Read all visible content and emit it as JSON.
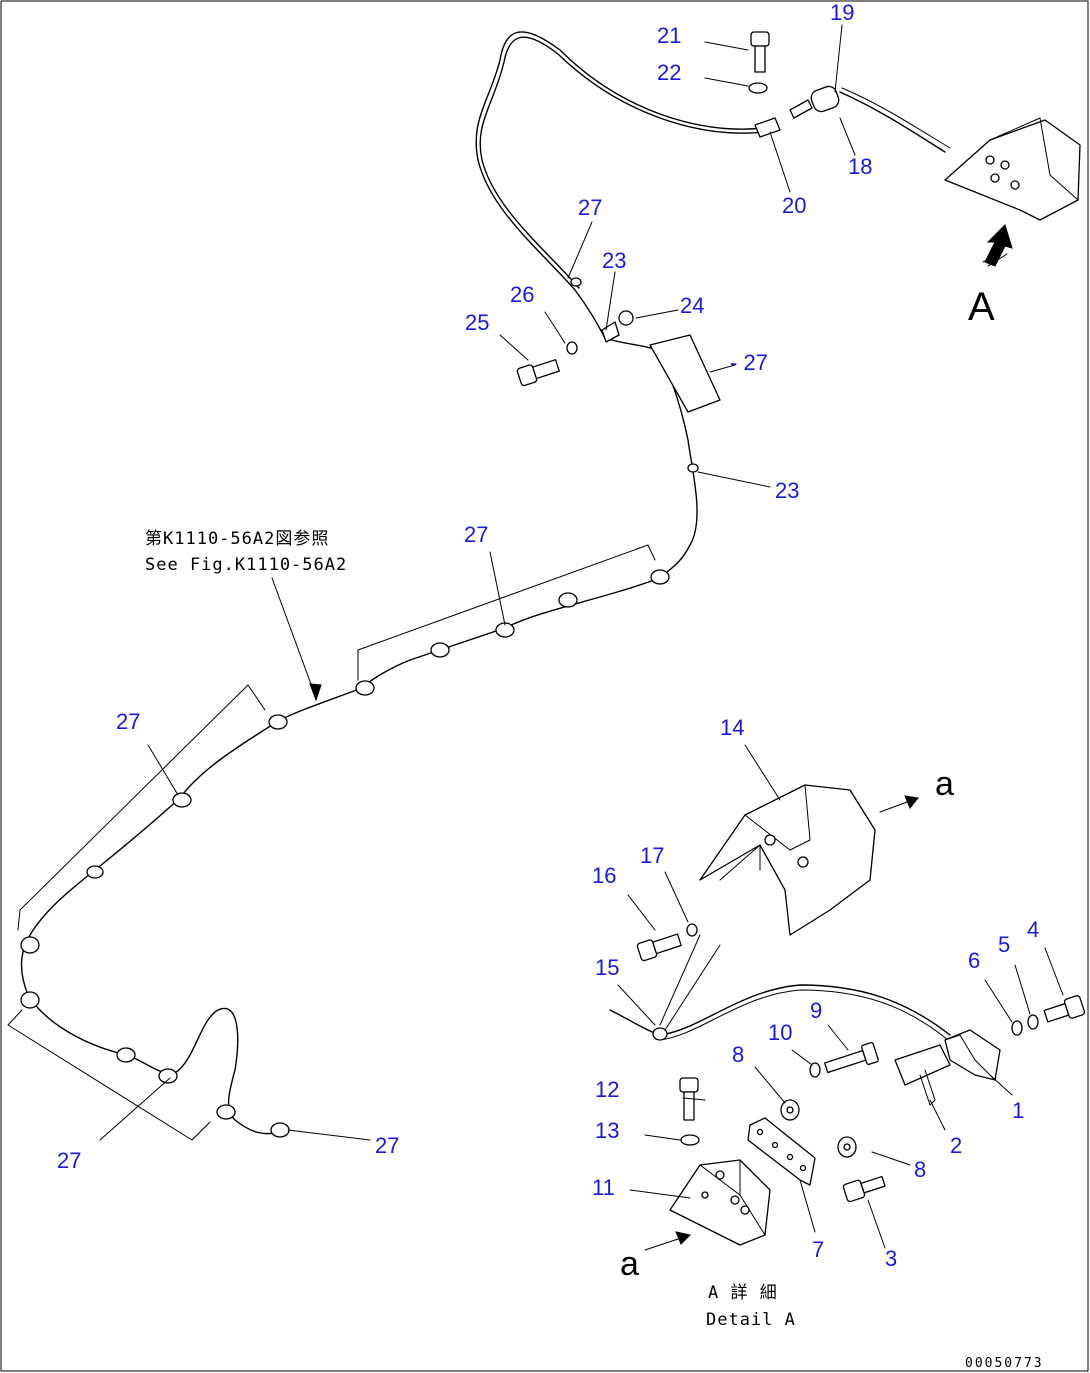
{
  "callouts": [
    {
      "id": "c19",
      "text": "19"
    },
    {
      "id": "c21",
      "text": "21"
    },
    {
      "id": "c22",
      "text": "22"
    },
    {
      "id": "c18",
      "text": "18"
    },
    {
      "id": "c20",
      "text": "20"
    },
    {
      "id": "c27a",
      "text": "27"
    },
    {
      "id": "c23a",
      "text": "23"
    },
    {
      "id": "c24",
      "text": "24"
    },
    {
      "id": "c26",
      "text": "26"
    },
    {
      "id": "c25",
      "text": "25"
    },
    {
      "id": "c27b",
      "text": "- 27"
    },
    {
      "id": "c23b",
      "text": "23"
    },
    {
      "id": "c27c",
      "text": "27"
    },
    {
      "id": "c27d",
      "text": "27"
    },
    {
      "id": "c14",
      "text": "14"
    },
    {
      "id": "c17",
      "text": "17"
    },
    {
      "id": "c16",
      "text": "16"
    },
    {
      "id": "c15",
      "text": "15"
    },
    {
      "id": "c6",
      "text": "6"
    },
    {
      "id": "c5",
      "text": "5"
    },
    {
      "id": "c4",
      "text": "4"
    },
    {
      "id": "c10",
      "text": "10"
    },
    {
      "id": "c9",
      "text": "9"
    },
    {
      "id": "c8a",
      "text": "8"
    },
    {
      "id": "c1",
      "text": "1"
    },
    {
      "id": "c12",
      "text": "12"
    },
    {
      "id": "c13",
      "text": "13"
    },
    {
      "id": "c2",
      "text": "2"
    },
    {
      "id": "c8b",
      "text": "8"
    },
    {
      "id": "c11",
      "text": "11"
    },
    {
      "id": "c7",
      "text": "7"
    },
    {
      "id": "c3",
      "text": "3"
    },
    {
      "id": "c27e",
      "text": "27"
    },
    {
      "id": "c27f",
      "text": "27"
    }
  ],
  "reference_jp": "第K1110-56A2図参照",
  "reference_en": "See Fig.K1110-56A2",
  "view_arrow_label": "A",
  "detail_marker_top": "a",
  "detail_marker_bottom": "a",
  "detail_title_jp": "A 詳 細",
  "detail_title_en": "Detail A",
  "drawing_code": "00050773"
}
